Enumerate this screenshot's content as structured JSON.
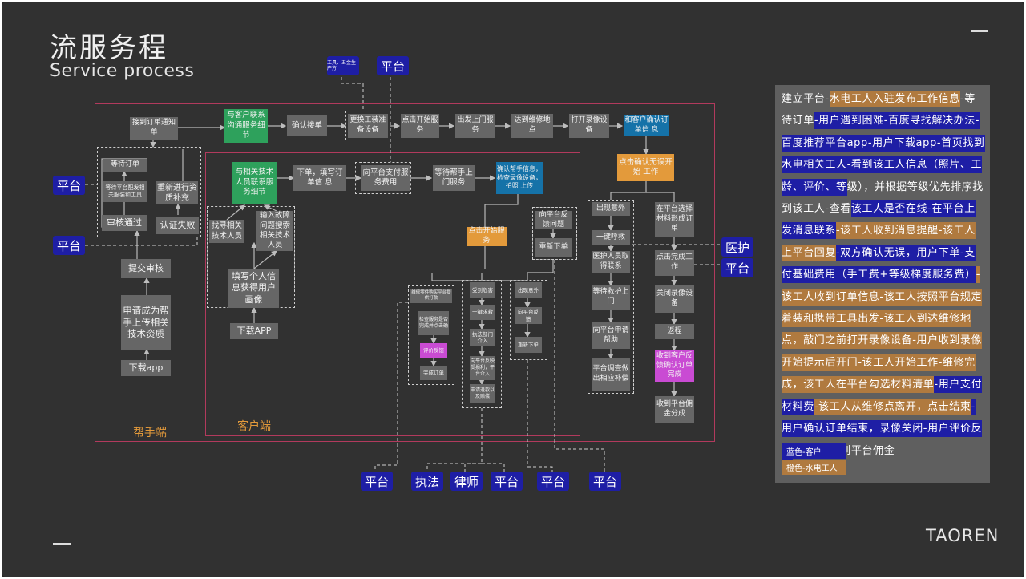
{
  "header": {
    "title": "流服务程",
    "subtitle": "Service process",
    "brand": "TAOREN"
  },
  "regions": {
    "helper": "帮手端",
    "customer": "客户端"
  },
  "platform_tags": {
    "plat": "平台",
    "medical": "医护",
    "enforce": "执法",
    "lawyer": "律师",
    "tools": "工具、五金生产方"
  },
  "helper": {
    "receive_order": "接到订单通知单",
    "wait_order": "等待订单",
    "assign": "等待平台配发相关服装和工具",
    "redo": "重新进行资质补充",
    "audit_pass": "审核通过",
    "auth_fail": "认证失败",
    "submit": "提交审核",
    "apply": "申请成为帮手上传相关技术资质",
    "download": "下载app"
  },
  "customer": {
    "contact_expert": "与相关技术人员联系服务细节",
    "order_fill": "下单，填写订单信 息",
    "find_tech": "找寻相关技术人员",
    "input_issue": "输入故障问题搜索相关技术人员",
    "fill_profile": "填写个人信息获得用户画像",
    "download": "下载APP"
  },
  "flow": {
    "contact_client": "与客户联系沟通服务细节",
    "confirm_order": "确认接单",
    "change_tools": "更换工装准备设备",
    "set_out": "点击开始服务",
    "depart": "出发上门服务",
    "arrive": "达到维修地点",
    "open_record": "打开录像设备",
    "client_confirm": "和客户确认订单信 息",
    "pay_platform": "向平台支付服务费用",
    "wait_helper": "等待帮手上门服务",
    "confirm_helper": "确认帮手信息，检查录像设备，拍照 上传",
    "start_work": "点击确认无误开始 工作",
    "click_start": "点击开始服务",
    "report": "向平台反馈问题",
    "reorder": "重新下单"
  },
  "branch_a": {
    "check": "维修零件购买平台提供打款",
    "inspect": "检查服务是否完成并点击确",
    "review": "评价反馈",
    "complete": "完成订单"
  },
  "branch_b": {
    "danger": "受到危害",
    "call": "一键求救",
    "law": "执法部门介入",
    "appeal": "向平台反映受损利，平台介入",
    "refund": "申请退款以及赔偿"
  },
  "branch_c": {
    "fail": "出现意外",
    "feedback": "向平台反馈",
    "redo": "重新下单"
  },
  "branch_d": {
    "accident": "出现意外",
    "sos": "一键呼救",
    "medic": "医护人员取得联系",
    "wait": "等待救护上门",
    "req": "向平台申请帮助",
    "investigate": "平台调查做出相应补偿"
  },
  "branch_e": {
    "select": "在平台选择材料形成订单",
    "finish": "点击完成工作",
    "close": "关闭录像设备",
    "return": "返程",
    "receive": "收到客户反馈确认订单完成",
    "commission": "收到平台佣金分成"
  },
  "description": [
    {
      "t": "建立平台-",
      "c": ""
    },
    {
      "t": "水电工人入驻发布工作信息",
      "c": "o"
    },
    {
      "t": "-等待订单",
      "c": ""
    },
    {
      "t": "-用户遇到困难-百度寻找解决办法-百度推荐平台app-用户下载app-首页找到水电相关工人-看到该工人信息（照片、工龄、评价、等",
      "c": "b"
    },
    {
      "t": "级），并根据等级优先排序找到该工人-查看",
      "c": ""
    },
    {
      "t": "该工人是否在线-在平台上发消息联系",
      "c": "b"
    },
    {
      "t": "-该工人收到消息提醒-该工人上平台回复",
      "c": "o"
    },
    {
      "t": "-双方确认无误，用户下单-支付基础费用（手工费+等级梯度服务费）",
      "c": "b"
    },
    {
      "t": "-该工人收到订单信息-该工人按照平台规定着装和携带工具出发-该工人到达维修地点，敲门之前打开录像设备",
      "c": "o"
    },
    {
      "t": "-用户收到录像开始提示后开门-该工人开始工作-维修完成，该工人在平台勾选材料清单",
      "c": "o"
    },
    {
      "t": "-用户支付材料费",
      "c": "b"
    },
    {
      "t": "-该工人从维修点离开，点击结束",
      "c": "o"
    },
    {
      "t": "-用户确认订单结束，录像关闭-用户评价反馈",
      "c": "b"
    },
    {
      "t": "-该工人收到平台佣金",
      "c": ""
    }
  ],
  "legend": {
    "blue": "蓝色-客户",
    "orange": "橙色-水电工人"
  },
  "colors": {
    "bg": "#313131",
    "platform": "#1e1ea5",
    "worker": "#b07a3f",
    "customer_node": "#2ea15c",
    "confirm_node": "#1572a8",
    "start_node": "#e39a3b",
    "review_node": "#c94bd3"
  }
}
